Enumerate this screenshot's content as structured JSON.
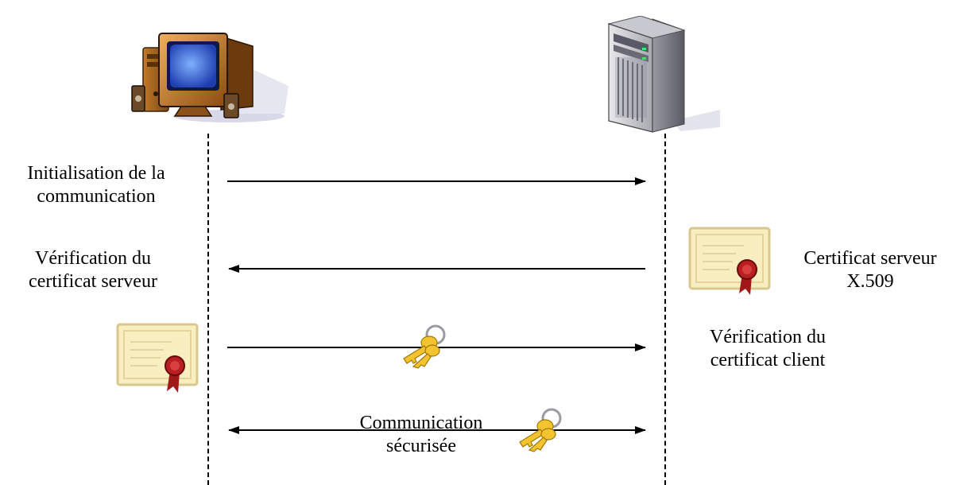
{
  "steps": {
    "init": {
      "line1": "Initialisation de la",
      "line2": "communication"
    },
    "server_cert_check": {
      "line1": "Vérification du",
      "line2": "certificat serveur"
    },
    "server_cert": {
      "line1": "Certificat serveur",
      "line2": "X.509"
    },
    "client_cert_check": {
      "line1": "Vérification du",
      "line2": "certificat client"
    },
    "secure": {
      "line1": "Communication",
      "line2": "sécurisée"
    }
  },
  "icons": {
    "client": "desktop-computer-icon",
    "server": "tower-server-icon",
    "certificate": "certificate-icon",
    "keys": "keys-icon"
  }
}
